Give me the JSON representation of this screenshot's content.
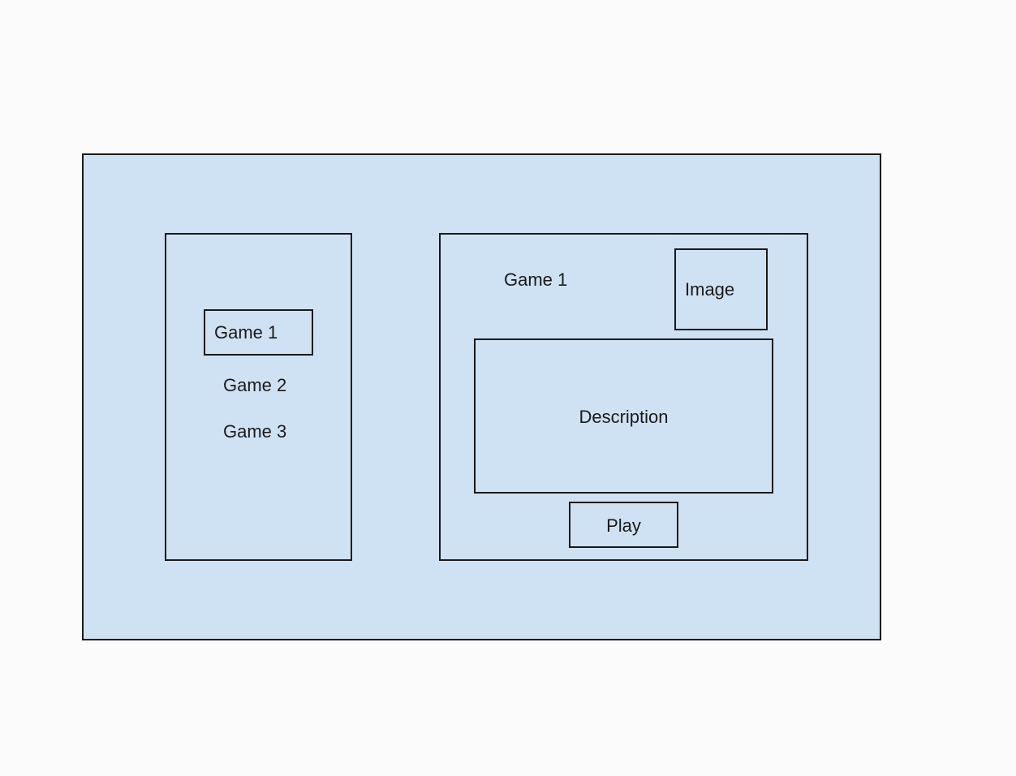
{
  "sidebar": {
    "items": [
      {
        "label": "Game 1",
        "selected": true
      },
      {
        "label": "Game 2",
        "selected": false
      },
      {
        "label": "Game 3",
        "selected": false
      }
    ]
  },
  "detail": {
    "title": "Game 1",
    "image_label": "Image",
    "description_label": "Description",
    "play_label": "Play"
  },
  "colors": {
    "background": "#fbfbfb",
    "panel_fill": "#cfe2f3",
    "stroke": "#1a1a1a"
  }
}
